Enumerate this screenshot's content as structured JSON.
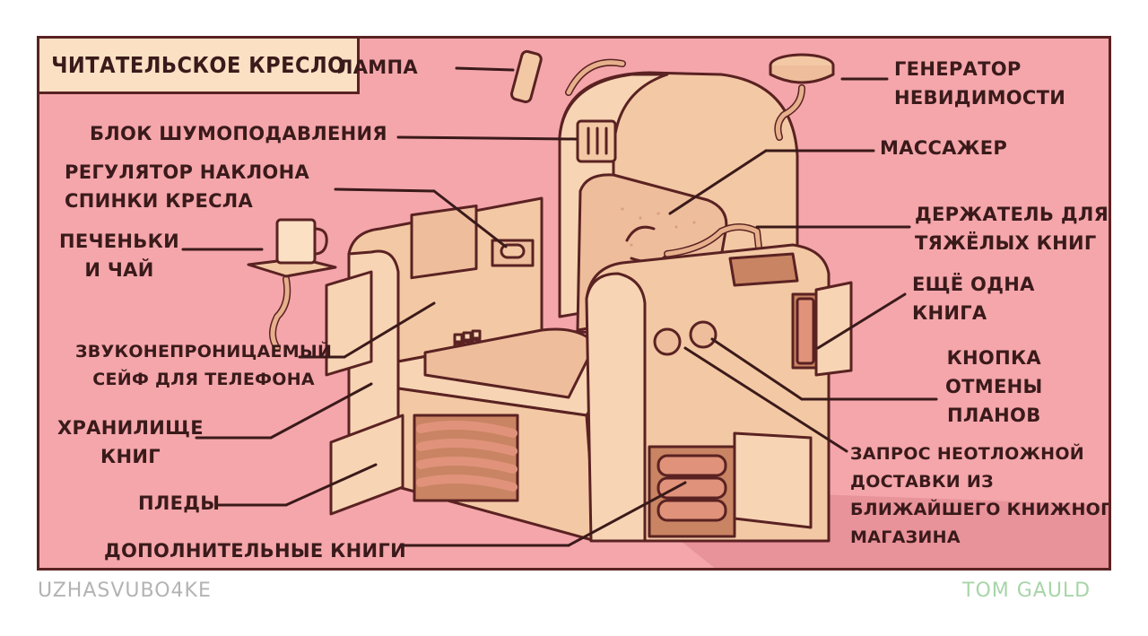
{
  "title": "ЧИТАТЕЛЬСКОЕ КРЕСЛО",
  "labels": {
    "lamp": "ЛАМПА",
    "noise": "БЛОК ШУМОПОДАВЛЕНИЯ",
    "recline": [
      "РЕГУЛЯТОР НАКЛОНА",
      "СПИНКИ КРЕСЛА"
    ],
    "cookies": [
      "ПЕЧЕНЬКИ",
      "И ЧАЙ"
    ],
    "safe": [
      "ЗВУКОНЕПРОНИЦАЕМЫЙ",
      "СЕЙФ ДЛЯ ТЕЛЕФОНА"
    ],
    "storage": [
      "ХРАНИЛИЩЕ",
      "КНИГ"
    ],
    "blankets": "ПЛЕДЫ",
    "extra_books": "ДОПОЛНИТЕЛЬНЫЕ КНИГИ",
    "invisibility": [
      "ГЕНЕРАТОР",
      "НЕВИДИМОСТИ"
    ],
    "massager": "МАССАЖЕР",
    "holder": [
      "ДЕРЖАТЕЛЬ ДЛЯ",
      "ТЯЖЁЛЫХ КНИГ"
    ],
    "one_more": [
      "ЕЩЁ ОДНА",
      "КНИГА"
    ],
    "cancel": [
      "КНОПКА",
      "ОТМЕНЫ",
      "ПЛАНОВ"
    ],
    "delivery": [
      "ЗАПРОС НЕОТЛОЖНОЙ",
      "ДОСТАВКИ ИЗ",
      "БЛИЖАЙШЕГО КНИЖНОГО",
      "МАГАЗИНА"
    ]
  },
  "credits": {
    "left": "UZHASVUBO4KE",
    "right": "TOM GAULD"
  },
  "colors": {
    "background": "#f4a6ab",
    "chair": "#f7d4b4",
    "outline": "#5a2222",
    "title_bg": "#fbe0c4"
  }
}
